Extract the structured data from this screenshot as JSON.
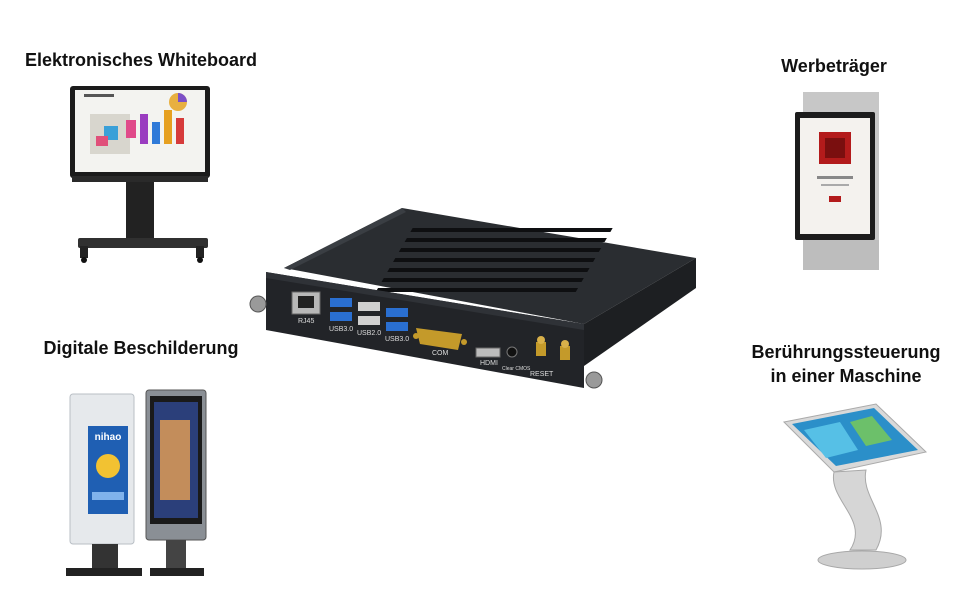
{
  "labels": {
    "whiteboard": "Elektronisches Whiteboard",
    "signage": "Digitale Beschilderung",
    "advert_line1": "Werbeträger",
    "touch_line1": "Berührungssteuerung",
    "touch_line2": "in einer Maschine"
  },
  "ports": {
    "rj45": "RJ45",
    "usb30_left": "USB3.0",
    "usb20": "USB2.0",
    "usb30_right": "USB3.0",
    "com": "COM",
    "hdmi": "HDMI",
    "clear_cmos": "Clear CMOS",
    "reset": "RESET"
  },
  "kiosk_brand": "nihao"
}
